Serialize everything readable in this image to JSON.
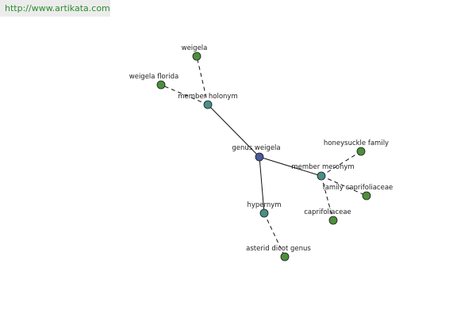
{
  "banner": {
    "url": "http://www.artikata.com"
  },
  "colors": {
    "center": "#4a5a9c",
    "relation": "#4a8f86",
    "leaf": "#4d8f3e",
    "edge": "#111111",
    "banner_text": "#2e8b2e",
    "banner_bg": "#ececec"
  },
  "graph": {
    "nodes": [
      {
        "id": "center",
        "label": "genus weigela",
        "kind": "center"
      },
      {
        "id": "member_holonym",
        "label": "member holonym",
        "kind": "relation"
      },
      {
        "id": "member_meronym",
        "label": "member meronym",
        "kind": "relation"
      },
      {
        "id": "hypernym",
        "label": "hypernym",
        "kind": "relation"
      },
      {
        "id": "weigela",
        "label": "weigela",
        "kind": "leaf"
      },
      {
        "id": "weigela_florida",
        "label": "weigela florida",
        "kind": "leaf"
      },
      {
        "id": "honeysuckle_family",
        "label": "honeysuckle family",
        "kind": "leaf"
      },
      {
        "id": "family_caprifoliaceae",
        "label": "family caprifoliaceae",
        "kind": "leaf"
      },
      {
        "id": "caprifoliaceae",
        "label": "caprifoliaceae",
        "kind": "leaf"
      },
      {
        "id": "asterid_dicot_genus",
        "label": "asterid dicot genus",
        "kind": "leaf"
      }
    ],
    "edges": [
      {
        "from": "center",
        "to": "member_holonym",
        "style": "solid"
      },
      {
        "from": "center",
        "to": "member_meronym",
        "style": "solid"
      },
      {
        "from": "center",
        "to": "hypernym",
        "style": "solid"
      },
      {
        "from": "member_holonym",
        "to": "weigela",
        "style": "dashed"
      },
      {
        "from": "member_holonym",
        "to": "weigela_florida",
        "style": "dashed"
      },
      {
        "from": "member_meronym",
        "to": "honeysuckle_family",
        "style": "dashed"
      },
      {
        "from": "member_meronym",
        "to": "family_caprifoliaceae",
        "style": "dashed"
      },
      {
        "from": "member_meronym",
        "to": "caprifoliaceae",
        "style": "dashed"
      },
      {
        "from": "hypernym",
        "to": "asterid_dicot_genus",
        "style": "dashed"
      }
    ]
  }
}
